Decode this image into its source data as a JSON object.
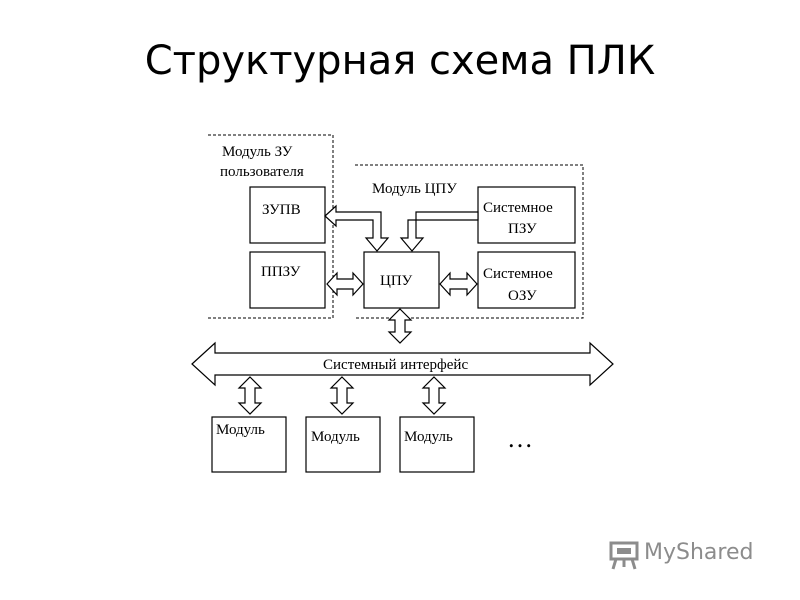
{
  "title": "Структурная схема ПЛК",
  "modules": {
    "user_memory_line1": "Модуль ЗУ",
    "user_memory_line2": "пользователя",
    "cpu_module": "Модуль ЦПУ"
  },
  "blocks": {
    "zupv": "ЗУПВ",
    "ppzu": "ППЗУ",
    "cpu": "ЦПУ",
    "system_rom_line1": "Системное",
    "system_rom_line2": "ПЗУ",
    "system_ram_line1": "Системное",
    "system_ram_line2": "ОЗУ"
  },
  "bus": {
    "label": "Системный интерфейс"
  },
  "io_modules": [
    "Модуль",
    "Модуль",
    "Модуль"
  ],
  "ellipsis": "…",
  "watermark": {
    "text": "MyShared",
    "icon": "presentation-board-icon"
  }
}
